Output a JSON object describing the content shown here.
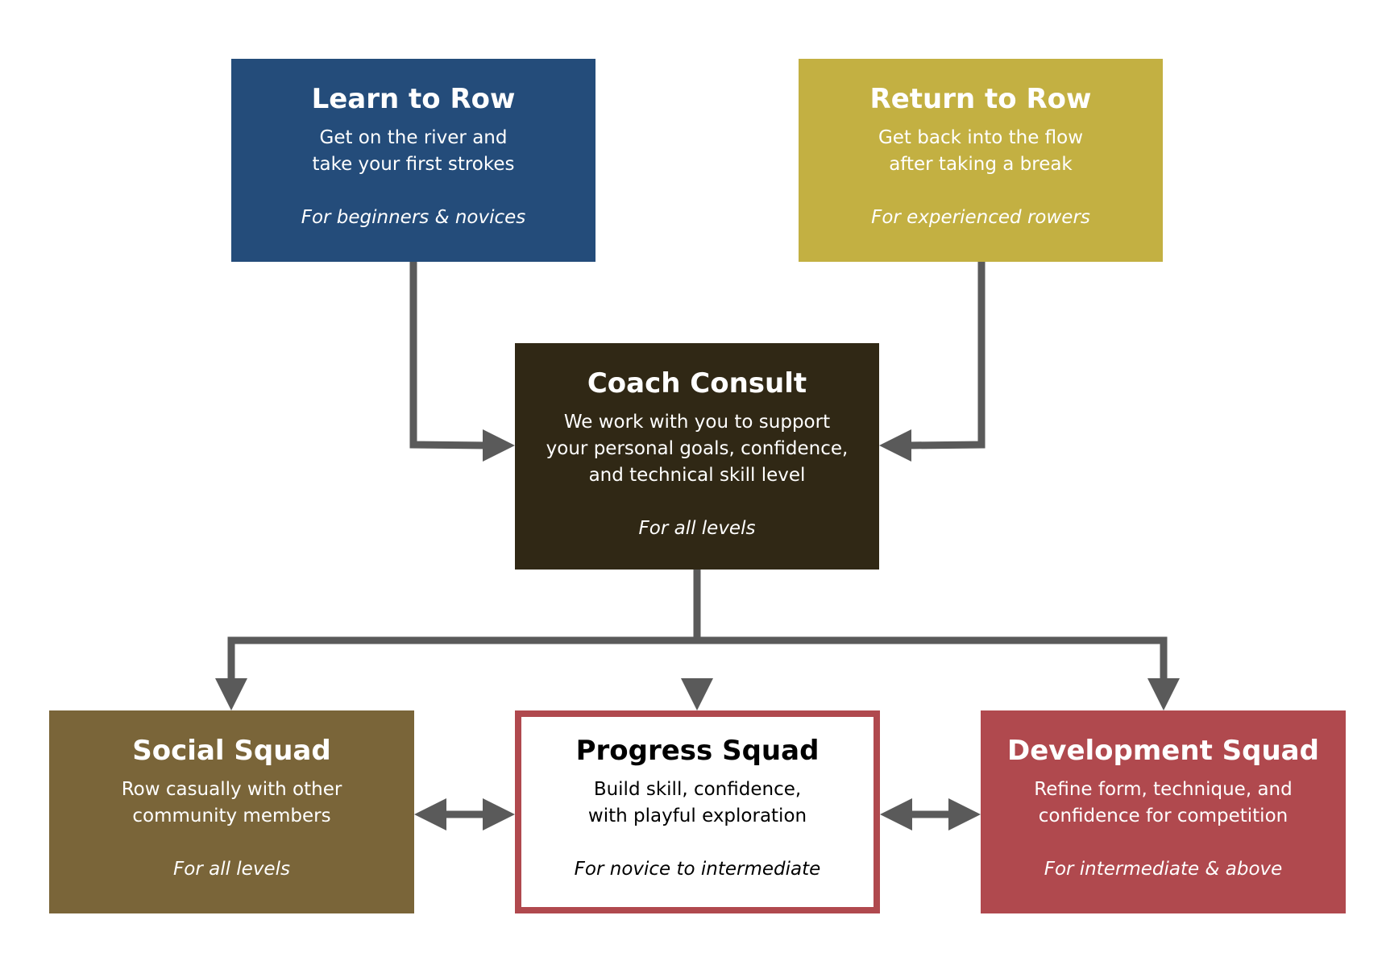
{
  "colors": {
    "connector": "#5a5a5a",
    "learn_bg": "#244c7a",
    "return_bg": "#c3b042",
    "coach_bg": "#302815",
    "social_bg": "#7a6539",
    "progress_border": "#b0494e",
    "development_bg": "#b0494e"
  },
  "boxes": {
    "learn": {
      "title": "Learn to Row",
      "description": "Get on the river and\ntake your first strokes",
      "level": "For beginners & novices"
    },
    "return": {
      "title": "Return to Row",
      "description": "Get back into the flow\nafter taking a break",
      "level": "For experienced rowers"
    },
    "coach": {
      "title": "Coach Consult",
      "description": "We work with you to support\nyour personal goals, confidence,\nand technical skill level",
      "level": "For all levels"
    },
    "social": {
      "title": "Social Squad",
      "description": "Row casually with other\ncommunity members",
      "level": "For all levels"
    },
    "progress": {
      "title": "Progress Squad",
      "description": "Build skill, confidence,\nwith playful exploration",
      "level": "For novice to intermediate"
    },
    "development": {
      "title": "Development Squad",
      "description": "Refine form, technique, and\nconfidence for competition",
      "level": "For intermediate & above"
    }
  }
}
